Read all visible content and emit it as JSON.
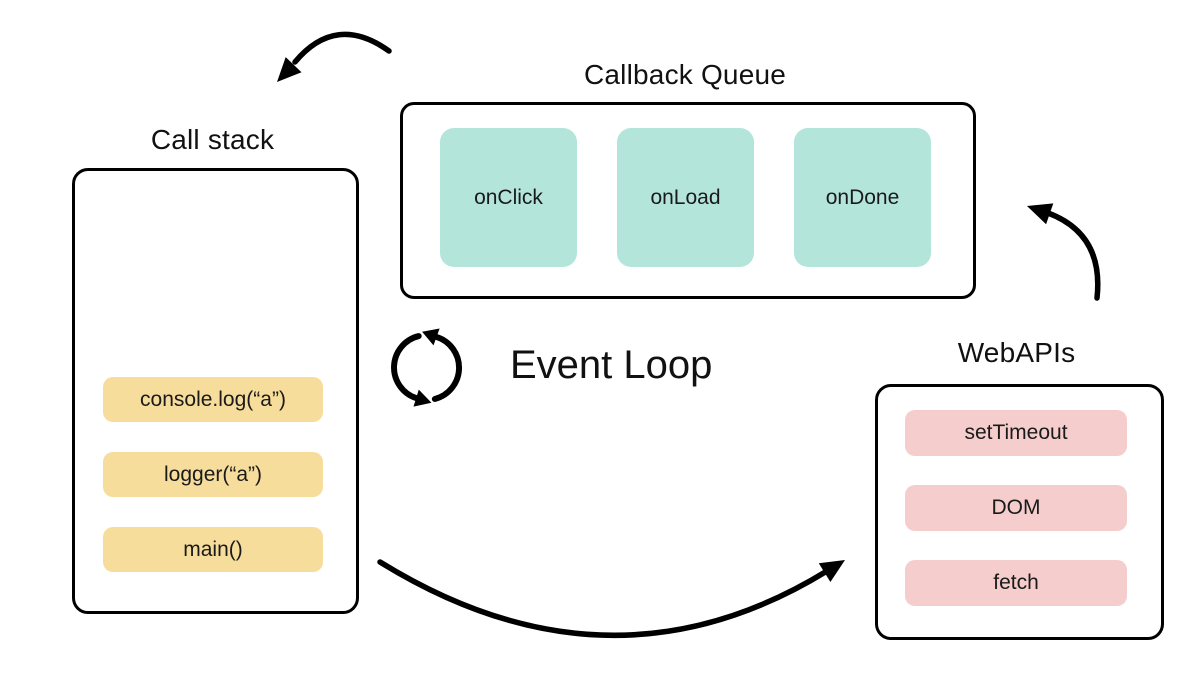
{
  "call_stack": {
    "title": "Call stack",
    "items": [
      "console.log(“a”)",
      "logger(“a”)",
      "main()"
    ]
  },
  "callback_queue": {
    "title": "Callback Queue",
    "items": [
      "onClick",
      "onLoad",
      "onDone"
    ]
  },
  "web_apis": {
    "title": "WebAPIs",
    "items": [
      "setTimeout",
      "DOM",
      "fetch"
    ]
  },
  "event_loop": {
    "label": "Event Loop",
    "icon": "cycle-arrows-icon"
  },
  "arrows": {
    "top": "callback-queue-to-call-stack",
    "bottom": "call-stack-to-web-apis",
    "right": "web-apis-to-callback-queue"
  },
  "colors": {
    "background": "#FFFFFF",
    "stack_item": "#F7DD9B",
    "queue_item": "#B4E5DB",
    "webapi_item": "#F5CDCC",
    "outline": "#000000",
    "text": "#111111"
  }
}
